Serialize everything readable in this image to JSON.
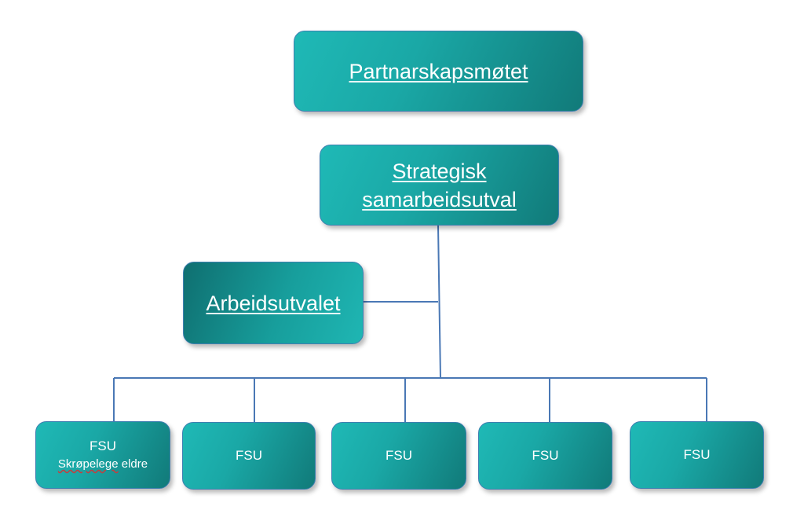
{
  "diagram": {
    "top_node": {
      "label": "Partnarskapsmøtet"
    },
    "strategic_node": {
      "line1": "Strategisk",
      "line2": "samarbeidsutval"
    },
    "work_node": {
      "label": "Arbeidsutvalet"
    },
    "fsu_nodes": [
      {
        "title": "FSU",
        "subtitle_first": "Skrøpelege",
        "subtitle_rest": " eldre"
      },
      {
        "title": "FSU"
      },
      {
        "title": "FSU"
      },
      {
        "title": "FSU"
      },
      {
        "title": "FSU"
      }
    ]
  },
  "colors": {
    "box_light": "#1fb9b6",
    "box_dark": "#117a79",
    "box_border": "#3f7fb0",
    "connector": "#4a78b5",
    "text": "#ffffff"
  }
}
